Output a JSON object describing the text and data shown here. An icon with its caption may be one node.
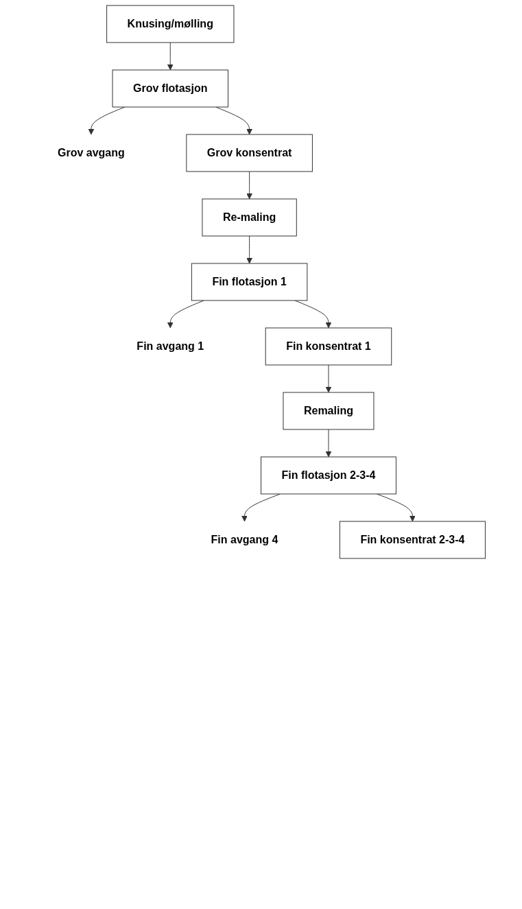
{
  "diagram": {
    "nodes": [
      {
        "text": [
          "Knusing/mølling"
        ]
      },
      {
        "text": [
          "Grov flotasjon"
        ]
      },
      {
        "text": [
          "Grov avgang"
        ]
      },
      {
        "text": [
          "Grov konsentrat"
        ]
      },
      {
        "text": [
          "Re-maling"
        ]
      },
      {
        "text": [
          "Fin flotasjon 1"
        ]
      },
      {
        "text": [
          "Fin avgang 1"
        ]
      },
      {
        "text": [
          "Fin konsentrat 1"
        ]
      },
      {
        "text": [
          "Remaling"
        ]
      },
      {
        "text": [
          "Fin flotasjon 2-3-4"
        ]
      },
      {
        "text": [
          "Fin avgang 4"
        ]
      },
      {
        "text": [
          "Fin konsentrat 2-3-4"
        ]
      }
    ],
    "edges": [
      {
        "from": 0,
        "to": 1,
        "arrow": "to"
      },
      {
        "from": 1,
        "to": 2,
        "arrow": "to"
      },
      {
        "from": 1,
        "to": 3,
        "arrow": "to"
      },
      {
        "from": 3,
        "to": 4,
        "arrow": "to"
      },
      {
        "from": 4,
        "to": 5,
        "arrow": "to"
      },
      {
        "from": 5,
        "to": 6,
        "arrow": "to"
      },
      {
        "from": 5,
        "to": 7,
        "arrow": "to"
      },
      {
        "from": 7,
        "to": 8,
        "arrow": "to"
      },
      {
        "from": 8,
        "to": 9,
        "arrow": "to"
      },
      {
        "from": 9,
        "to": 10,
        "arrow": "to"
      },
      {
        "from": 9,
        "to": 11,
        "arrow": "to"
      }
    ]
  }
}
